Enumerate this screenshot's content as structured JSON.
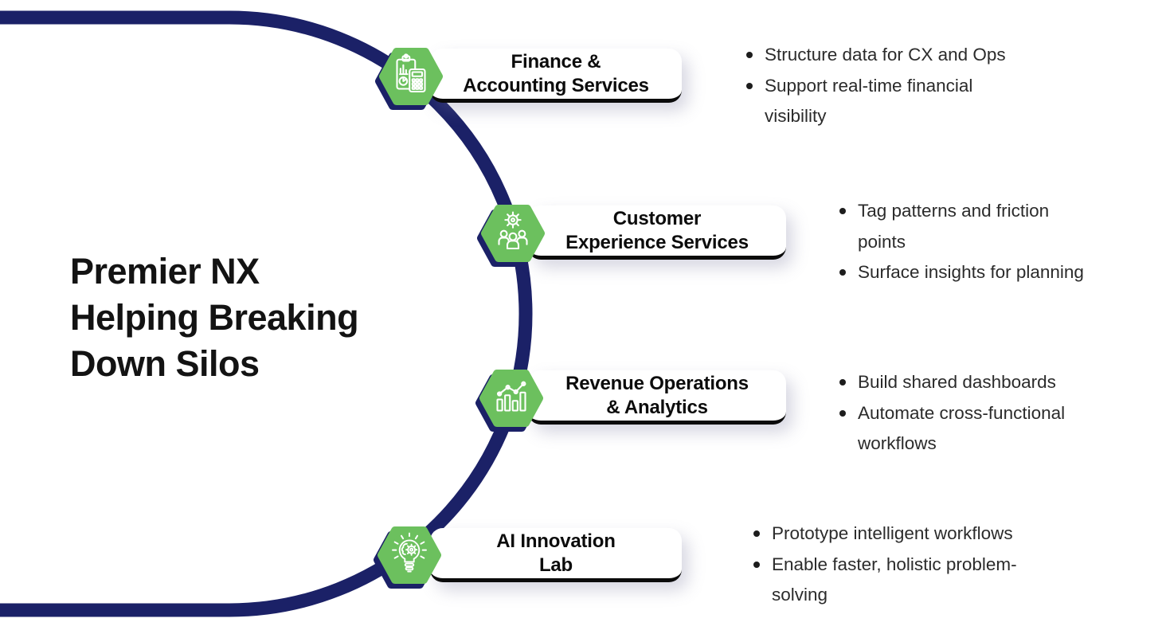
{
  "colors": {
    "navy": "#1b2167",
    "green": "#6cc05e",
    "pill_underline": "#0b0b0b",
    "heading_text": "#131313",
    "body_text": "#2b2b2b",
    "icon_stroke": "#ffffff",
    "background": "#ffffff"
  },
  "title": {
    "full": "Premier NX Helping Breaking Down Silos",
    "lines": [
      "Premier NX",
      "Helping Breaking",
      "Down Silos"
    ]
  },
  "services": [
    {
      "id": "finance-accounting",
      "icon": "finance-accounting-icon",
      "label_line1": "Finance &",
      "label_line2": "Accounting Services",
      "bullets": [
        "Structure data for CX and Ops",
        "Support real-time financial visibility"
      ]
    },
    {
      "id": "customer-experience",
      "icon": "customer-experience-icon",
      "label_line1": "Customer",
      "label_line2": "Experience Services",
      "bullets": [
        "Tag patterns and friction points",
        "Surface insights for planning"
      ]
    },
    {
      "id": "revenue-operations-analytics",
      "icon": "revenue-analytics-icon",
      "label_line1": "Revenue Operations",
      "label_line2": "& Analytics",
      "bullets": [
        "Build shared dashboards",
        "Automate cross-functional workflows"
      ]
    },
    {
      "id": "ai-innovation-lab",
      "icon": "ai-innovation-icon",
      "label_line1": "AI Innovation",
      "label_line2": "Lab",
      "bullets": [
        "Prototype intelligent workflows",
        "Enable faster, holistic problem-solving"
      ]
    }
  ]
}
